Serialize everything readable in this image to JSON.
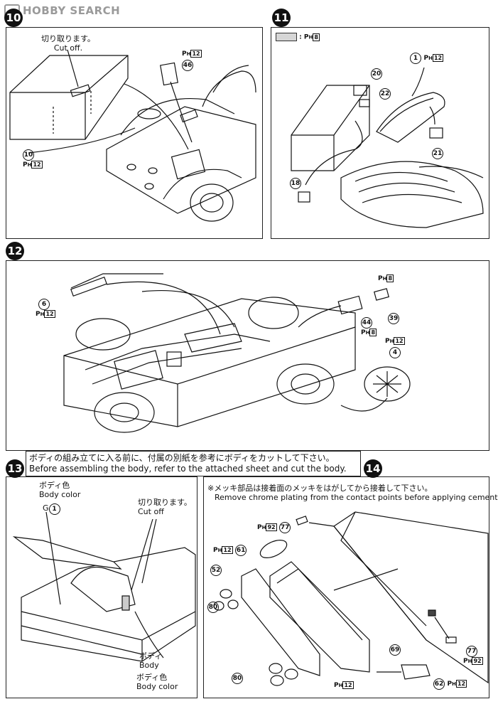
{
  "watermark": "HOBBY SEARCH",
  "steps": {
    "s10": {
      "number": "10",
      "cut_off_jp": "切り取ります。",
      "cut_off_en": "Cut off.",
      "part_a": "46",
      "part_b": "10",
      "sprue": "P",
      "sprue_sub": "H",
      "sprue_num": "12"
    },
    "s11": {
      "number": "11",
      "legend_sprue": "8",
      "part_1": "1",
      "part_1_sprue": "12",
      "part_20": "20",
      "part_22": "22",
      "part_21": "21",
      "part_18": "18"
    },
    "s12": {
      "number": "12",
      "part_6": "6",
      "part_6_sprue": "12",
      "part_39": "39",
      "part_39_sprue": "8",
      "part_44": "44",
      "part_44_sprue": "8",
      "part_4": "4",
      "part_4_sprue": "12"
    },
    "s13": {
      "number": "13",
      "note_jp": "ボディの組み立てに入る前に、付属の別紙を参考にボディをカットして下さい。",
      "note_en": "Before assembling the body, refer to the attached sheet and cut the body.",
      "body_color_jp": "ボディ色",
      "body_color_en": "Body color",
      "g_part_prefix": "G",
      "g_part_num": "1",
      "cut_off_jp": "切り取ります。",
      "cut_off_en": "Cut off",
      "body_jp": "ボディ",
      "body_en": "Body",
      "body_color2_jp": "ボディ色",
      "body_color2_en": "Body color"
    },
    "s14": {
      "number": "14",
      "note_jp": "※メッキ部品は接着面のメッキをはがしてから接着して下さい。",
      "note_en": "Remove chrome plating from the contact points before applying cement.",
      "part_77a": "77",
      "part_77a_sprue": "92",
      "part_61": "61",
      "part_61_sprue": "12",
      "part_52": "52",
      "part_80a": "80",
      "part_69": "69",
      "part_80b": "80",
      "part_62": "62",
      "part_62_sprue": "12",
      "part_77b": "77",
      "part_77b_sprue": "92",
      "bottom_sprue": "12"
    }
  }
}
